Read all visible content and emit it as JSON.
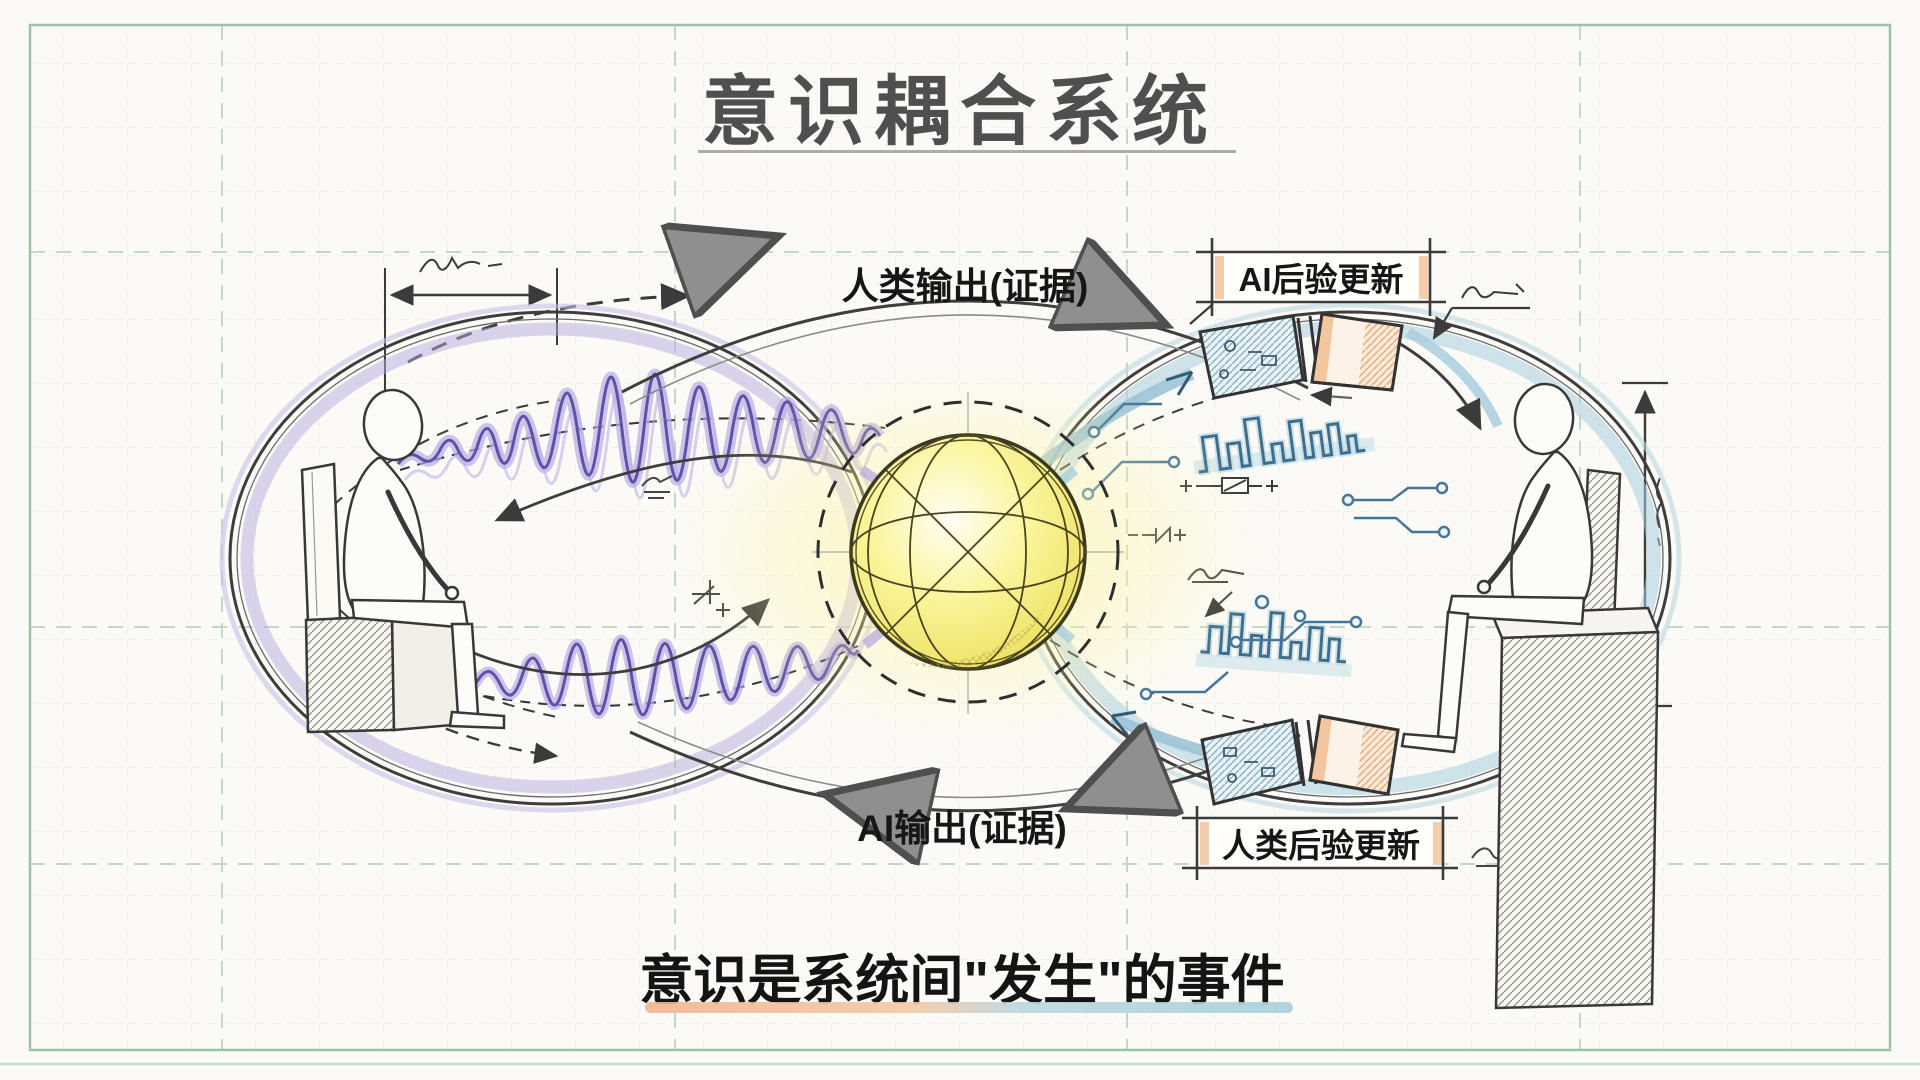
{
  "title": {
    "text": "意识耦合系统"
  },
  "flow_labels": {
    "human_output": "人类输出(证据)",
    "ai_posterior_update": "AI后验更新",
    "ai_output": "AI输出(证据)",
    "human_posterior_update": "人类后验更新"
  },
  "caption": {
    "text": "意识是系统间\"发生\"的事件"
  },
  "figures": {
    "left": "seated-human-figure",
    "right": "seated-human-figure",
    "center": "glowing-wireframe-sphere"
  },
  "colors": {
    "paper": "#fbfaf6",
    "grid_green": "#cde0d2",
    "frame_green": "#9cc3a6",
    "sketch_ink": "#3b3b3b",
    "wave_purple": "#6a5bb4",
    "wave_purple_light": "#b8a9e2",
    "circuit_blue": "#47759a",
    "band_blue_light": "#a9cede",
    "accent_orange": "#f2c0a0",
    "sphere_yellow": "#f2e96a",
    "underline_orange": "#f3b48e",
    "underline_blue": "#a8cfda"
  }
}
